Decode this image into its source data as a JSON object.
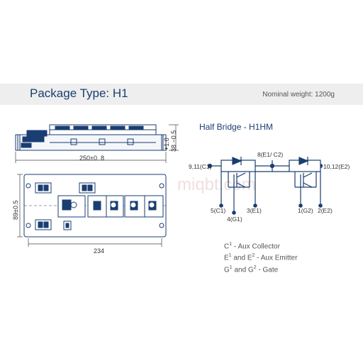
{
  "header": {
    "title": "Package Type: H1",
    "weight": "Nominal weight: 1200g"
  },
  "dimensions": {
    "side_length": "250±0. 8",
    "height_upper": "+1.0",
    "height_lower": "38 −0.5",
    "depth": "89±0.5",
    "bottom_length": "234"
  },
  "circuit": {
    "title": "Half Bridge - H1HM",
    "pins": {
      "c1_main": "9,11(C1)",
      "mid": "8(E1/ C2)",
      "e2_main": "10,12(E2)",
      "aux_c1": "5(C1)",
      "aux_e1": "3(E1)",
      "gate1": "4(G1)",
      "gate2": "1(G2)",
      "aux_e2": "2(E2)"
    },
    "color": "#1a3e72"
  },
  "legend": {
    "c1_letter": "C",
    "c1_sup": "1",
    "c1_text": " - Aux Collector",
    "e1_letter": "E",
    "e1_sup": "1",
    "e_and": " and E",
    "e2_sup": "2",
    "e_text": " - Aux Emitter",
    "g1_letter": "G",
    "g1_sup": "1",
    "g_and": " and G",
    "g2_sup": "2",
    "g_text": " - Gate"
  },
  "watermark": "miqbt.com"
}
